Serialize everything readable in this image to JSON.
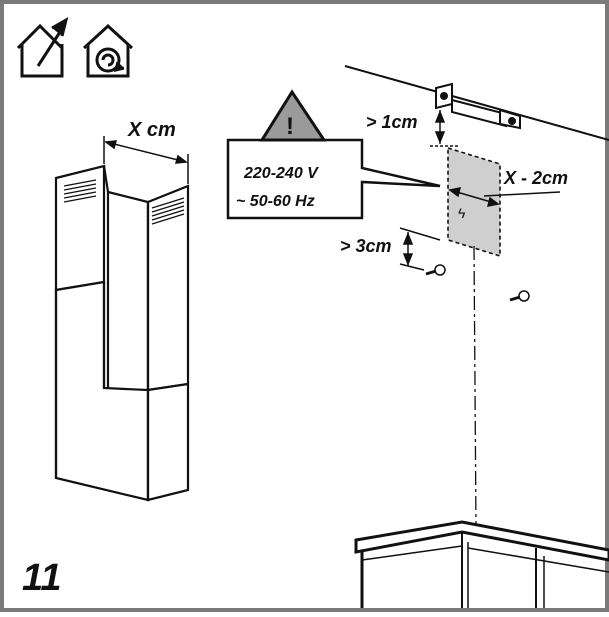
{
  "icons": [
    "house-exhaust-icon",
    "house-recirculation-icon"
  ],
  "labels": {
    "hood_width": "X cm",
    "clearance_top": "> 1cm",
    "socket_width": "X - 2cm",
    "clearance_screw": "> 3cm"
  },
  "warning": {
    "symbol": "!",
    "voltage": "220-240 V",
    "frequency": "~ 50-60 Hz"
  },
  "step_number": "11",
  "colors": {
    "border": "#7a7a7a",
    "line": "#111111",
    "socket_fill": "#cfcfcf",
    "warning_triangle": "#9a9a9a"
  }
}
